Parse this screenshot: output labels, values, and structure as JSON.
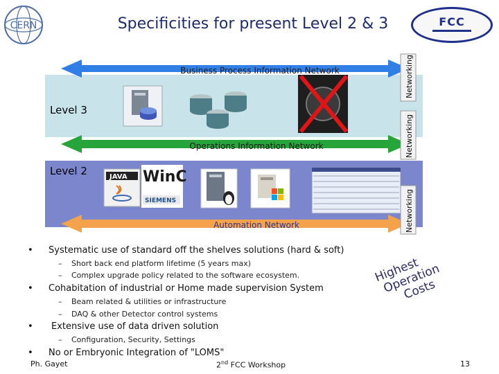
{
  "header": {
    "title": "Specificities for present Level 2 & 3",
    "cern_logo_text": "CERN",
    "fcc_logo_text": "FCC"
  },
  "diagram": {
    "business_network": "Business Process Information Network",
    "operations_network": "Operations Information Network",
    "automation_network": "Automation Network",
    "networking_label": "Networking",
    "level3": "Level 3",
    "level2": "Level 2",
    "java_badge": "JAVA",
    "winc_text": "WinC",
    "siemens_text": "SIEMENS",
    "colors": {
      "blue_arrow": "#2f7fe6",
      "green_arrow": "#26a53a",
      "orange_arrow": "#f4a24c",
      "level3_band": "#c8e4ea",
      "level2_band": "#7b86cc",
      "cross": "#e01515"
    }
  },
  "bullets": [
    {
      "text": "Systematic use of standard off the shelves solutions (hard & soft)",
      "subs": [
        "Short back end platform lifetime (5 years max)",
        "Complex upgrade policy related to the software ecosystem."
      ]
    },
    {
      "text": "Cohabitation of industrial or Home made supervision System",
      "subs": [
        "Beam related & utilities or infrastructure",
        "DAQ & other Detector control systems"
      ]
    },
    {
      "text": "Extensive use of data driven solution",
      "subs": [
        "Configuration, Security, Settings"
      ]
    },
    {
      "text": "No or Embryonic Integration of \"LOMS\"",
      "subs": []
    }
  ],
  "stamp": {
    "line1": "Highest",
    "line2": "Operation",
    "line3": "Costs"
  },
  "footer": {
    "author": "Ph. Gayet",
    "workshop_num": "2",
    "workshop_sup": "nd",
    "workshop_rest": " FCC Workshop",
    "page": "13"
  }
}
